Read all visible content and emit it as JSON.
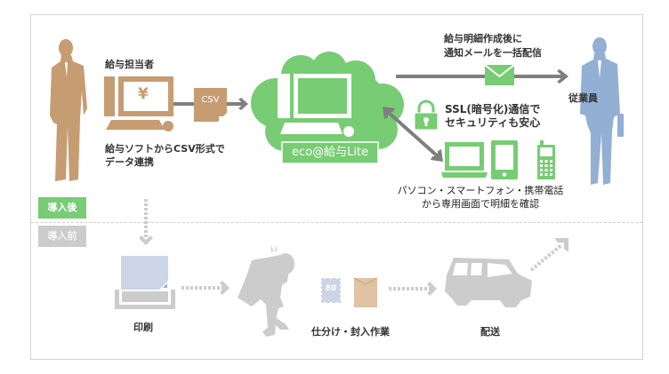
{
  "labels": {
    "payroll_staff": "給与担当者",
    "csv": "CSV",
    "csv_note_line1": "給与ソフトからCSV形式で",
    "csv_note_line2": "データ連携",
    "product": "eco@給与Lite",
    "mail_note_line1": "給与明細作成後に",
    "mail_note_line2": "通知メールを一括配信",
    "employee": "従業員",
    "ssl_line1": "SSL(暗号化)通信で",
    "ssl_line2": "セキュリティも安心",
    "devices_line1": "パソコン・スマートフォン・携帯電話",
    "devices_line2": "から専用画面で明細を確認",
    "yen": "¥",
    "stamp": "80",
    "print": "印刷",
    "sorting": "仕分け・封入作業",
    "delivery": "配送"
  },
  "tags": {
    "after": "導入後",
    "before": "導入前"
  },
  "colors": {
    "green": "#77cc74",
    "tan": "#c69c72",
    "blue": "#93afd3",
    "gray_arrow": "#7f7f7f",
    "light_gray": "#cccccc",
    "paper_blue": "#cbd5e6",
    "envelope": "#dfc3a4"
  },
  "icons": {
    "staff": "person-silhouette-icon",
    "employee": "person-with-briefcase-icon",
    "computer": "desktop-computer-icon",
    "csv_file": "csv-file-icon",
    "cloud": "cloud-icon",
    "mail": "envelope-icon",
    "lock": "lock-icon",
    "laptop": "laptop-icon",
    "tablet": "smartphone-icon",
    "phone": "mobile-phone-icon",
    "printer": "printer-icon",
    "worker": "tired-worker-icon",
    "stamp": "postage-stamp-icon",
    "envelope": "envelope-brown-icon",
    "car": "delivery-car-icon"
  }
}
